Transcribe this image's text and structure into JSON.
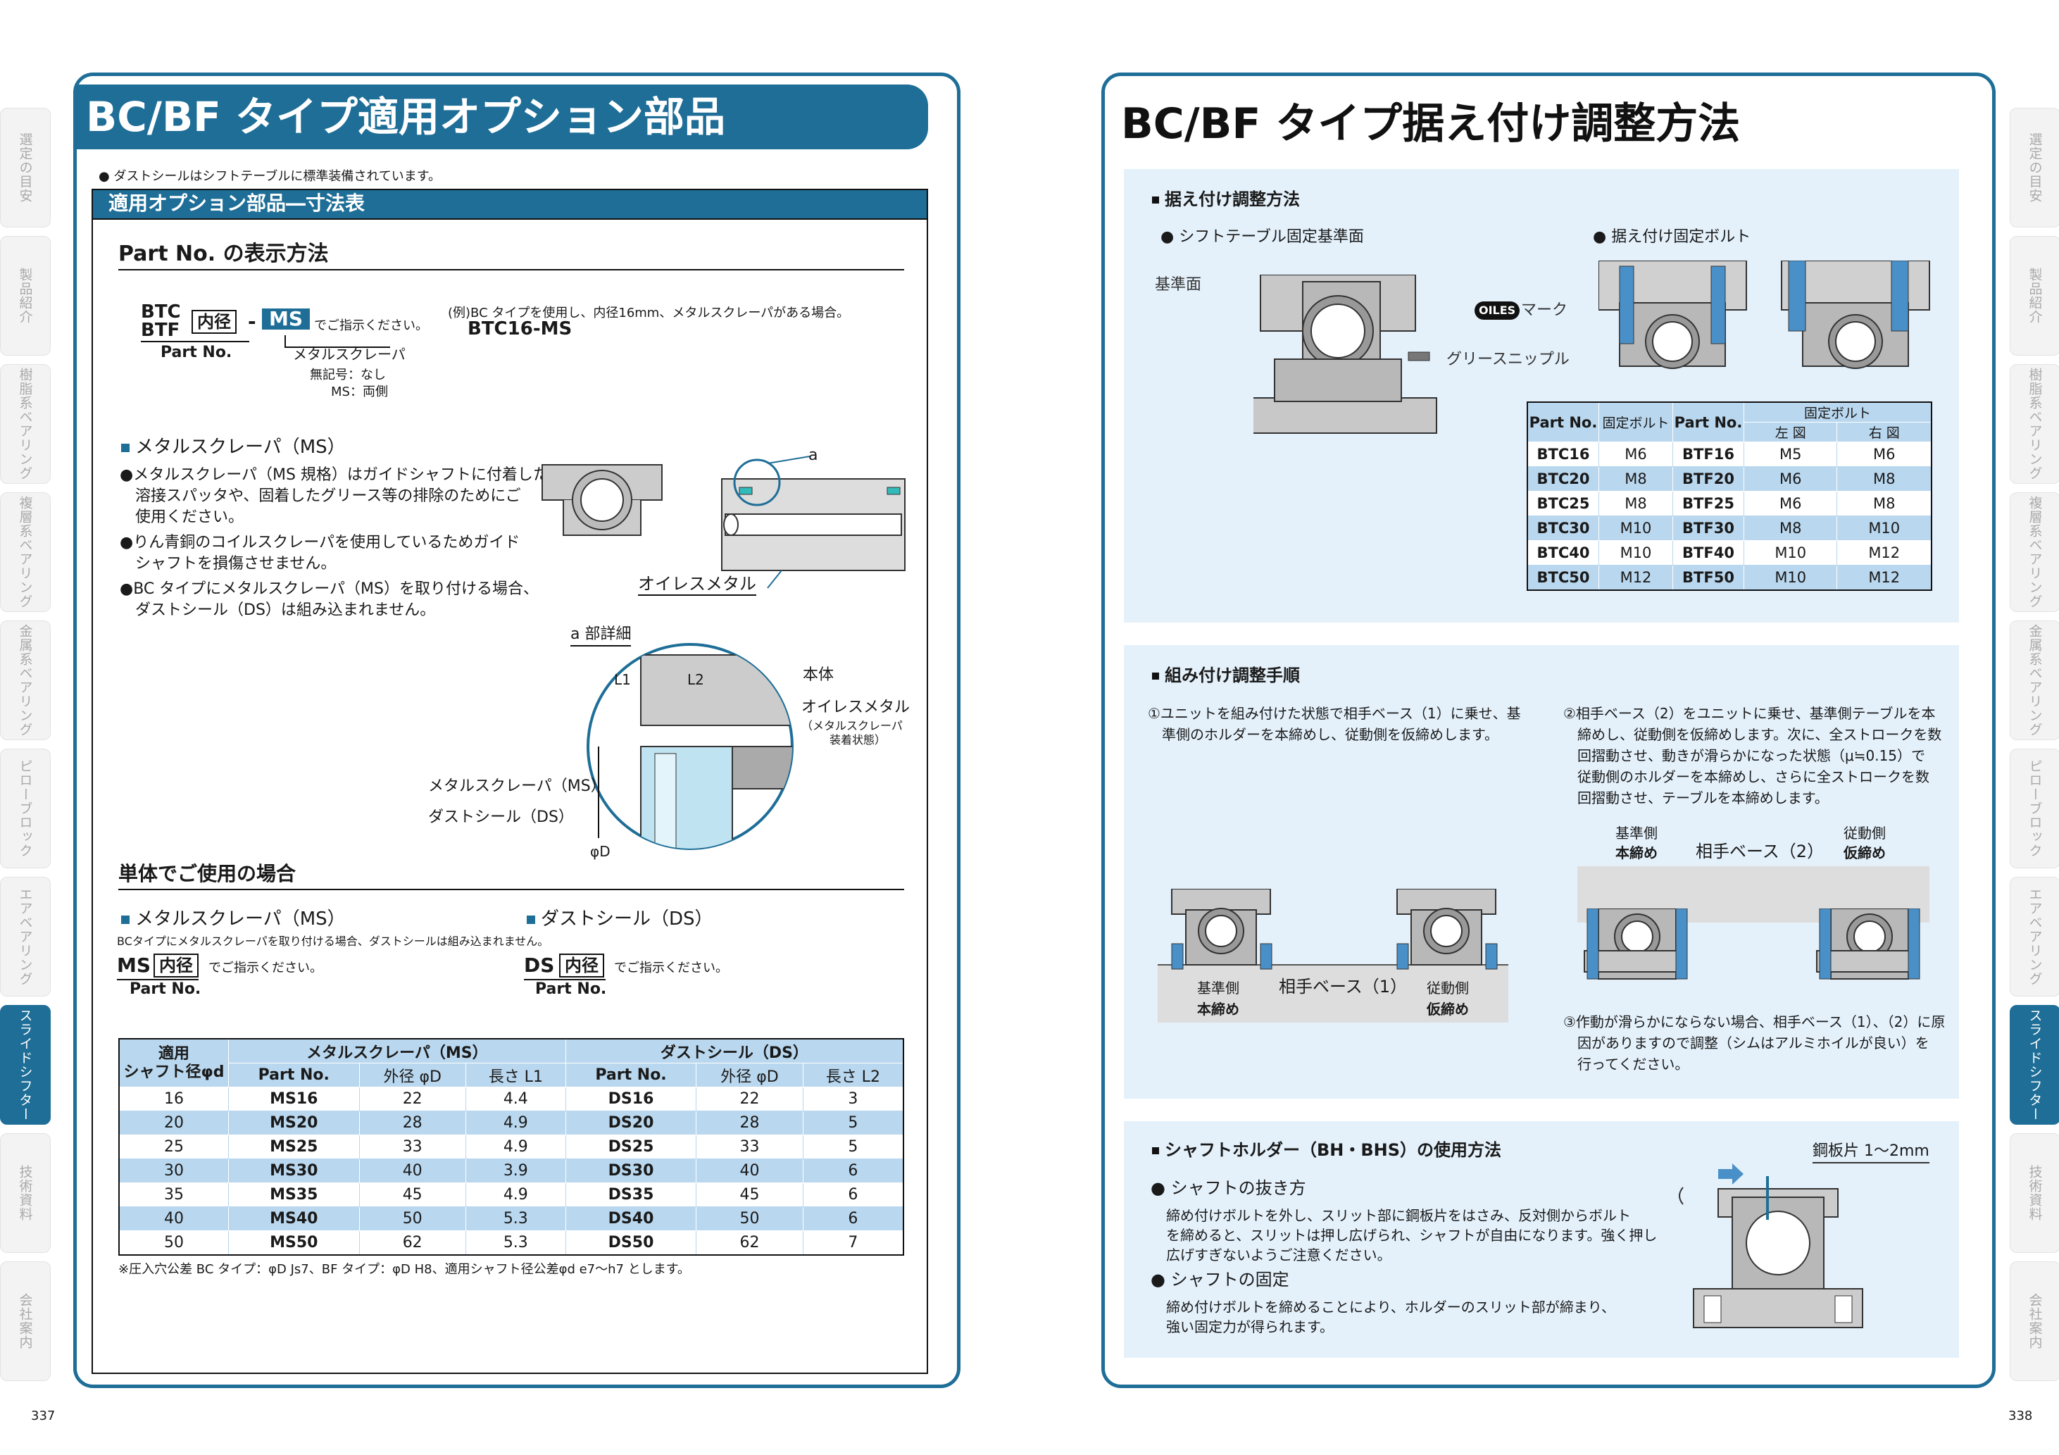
{
  "left": {
    "title": "BC/BF タイプ適用オプション部品",
    "note_top": "● ダストシールはシフトテーブルに標準装備されています。",
    "section_bar": "適用オプション部品―寸法表",
    "partno_heading": "Part No. の表示方法",
    "partno_codes": {
      "btc": "BTC",
      "btf": "BTF",
      "naikei": "内径",
      "dash": "-",
      "ms": "MS",
      "suffix": "でご指示ください。",
      "label": "Part No."
    },
    "ms_legend": {
      "name": "メタルスクレーパ",
      "line1": "無記号：なし",
      "line2": "MS：両側"
    },
    "example": {
      "text": "(例)BC タイプを使用し、内径16mm、メタルスクレーパがある場合。",
      "code": "BTC16-MS"
    },
    "ms_heading": "メタルスクレーパ（MS）",
    "bullets": [
      "●メタルスクレーパ（MS 規格）はガイドシャフトに付着した",
      "　溶接スパッタや、固着したグリース等の排除のためにご",
      "　使用ください。",
      "●りん青銅のコイルスクレーパを使用しているためガイド",
      "　シャフトを損傷させません。",
      "●BC タイプにメタルスクレーパ（MS）を取り付ける場合、",
      "　ダストシール（DS）は組み込まれません。"
    ],
    "diagram_labels": {
      "a": "a",
      "oiles_metal": "オイレスメタル",
      "a_detail": "a 部詳細",
      "l1": "L1",
      "l2": "L2",
      "hontai": "本体",
      "oiles_metal2": "オイレスメタル",
      "oiles_sub1": "（メタルスクレーパ",
      "oiles_sub2": "装着状態）",
      "metal_scraper": "メタルスクレーパ（MS）",
      "dust_seal": "ダストシール（DS）",
      "phi_d": "φD"
    },
    "single_heading": "単体でご使用の場合",
    "single_ms": {
      "heading": "メタルスクレーパ（MS）",
      "note": "BCタイプにメタルスクレーパを取り付ける場合、ダストシールは組み込まれません。",
      "code": "MS",
      "naikei": "内径",
      "suffix": "でご指示ください。",
      "label": "Part No."
    },
    "single_ds": {
      "heading": "ダストシール（DS）",
      "code": "DS",
      "naikei": "内径",
      "suffix": "でご指示ください。",
      "label": "Part No."
    },
    "table": {
      "h_shaft1": "適用",
      "h_shaft2": "シャフト径φd",
      "h_ms": "メタルスクレーパ（MS）",
      "h_ds": "ダストシール（DS）",
      "sub": [
        "Part No.",
        "外径 φD",
        "長さ L1",
        "Part No.",
        "外径 φD",
        "長さ L2"
      ],
      "rows": [
        [
          "16",
          "MS16",
          "22",
          "4.4",
          "DS16",
          "22",
          "3"
        ],
        [
          "20",
          "MS20",
          "28",
          "4.9",
          "DS20",
          "28",
          "5"
        ],
        [
          "25",
          "MS25",
          "33",
          "4.9",
          "DS25",
          "33",
          "5"
        ],
        [
          "30",
          "MS30",
          "40",
          "3.9",
          "DS30",
          "40",
          "6"
        ],
        [
          "35",
          "MS35",
          "45",
          "4.9",
          "DS35",
          "45",
          "6"
        ],
        [
          "40",
          "MS40",
          "50",
          "5.3",
          "DS40",
          "50",
          "6"
        ],
        [
          "50",
          "MS50",
          "62",
          "5.3",
          "DS50",
          "62",
          "7"
        ]
      ]
    },
    "footnote": "※圧入穴公差 BC タイプ：φD Js7、BF タイプ：φD H8、適用シャフト径公差φd e7～h7 とします。",
    "page_no": "337"
  },
  "right": {
    "title": "BC/BF タイプ据え付け調整方法",
    "sec1": {
      "heading": "据え付け調整方法",
      "sub_left": "● シフトテーブル固定基準面",
      "sub_right": "● 据え付け固定ボルト",
      "lbl_kijun": "基準面",
      "lbl_oiles": "OILES",
      "lbl_mark": "マーク",
      "lbl_grease": "グリースニップル"
    },
    "bolt_table": {
      "h": [
        "Part No.",
        "固定ボルト",
        "Part No.",
        "固定ボルト",
        "左 図",
        "右 図"
      ],
      "rows": [
        [
          "BTC16",
          "M6",
          "BTF16",
          "M5",
          "M6"
        ],
        [
          "BTC20",
          "M8",
          "BTF20",
          "M6",
          "M8"
        ],
        [
          "BTC25",
          "M8",
          "BTF25",
          "M6",
          "M8"
        ],
        [
          "BTC30",
          "M10",
          "BTF30",
          "M8",
          "M10"
        ],
        [
          "BTC40",
          "M10",
          "BTF40",
          "M10",
          "M12"
        ],
        [
          "BTC50",
          "M12",
          "BTF50",
          "M10",
          "M12"
        ]
      ]
    },
    "sec2": {
      "heading": "組み付け調整手順",
      "step1": [
        "①ユニットを組み付けた状態で相手ベース（1）に乗せ、基",
        "　準側のホルダーを本締めし、従動側を仮締めします。"
      ],
      "step2": [
        "②相手ベース（2）をユニットに乗せ、基準側テーブルを本",
        "　締めし、従動側を仮締めします。次に、全ストロークを数",
        "　回摺動させ、動きが滑らかになった状態（μ≒0.15）で",
        "　従動側のホルダーを本締めし、さらに全ストロークを数",
        "　回摺動させ、テーブルを本締めします。"
      ],
      "step3": [
        "③作動が滑らかにならない場合、相手ベース（1）、（2）に原",
        "　因がありますので調整（シムはアルミホイルが良い）を",
        "　行ってください。"
      ],
      "fig1": {
        "kijun": "基準側",
        "hon": "本締め",
        "base": "相手ベース（1）",
        "judo": "従動側",
        "kari": "仮締め"
      },
      "fig2": {
        "kijun": "基準側",
        "hon": "本締め",
        "base": "相手ベース（2）",
        "judo": "従動側",
        "kari": "仮締め"
      }
    },
    "sec3": {
      "heading": "シャフトホルダー（BH・BHS）の使用方法",
      "sub1": "シャフトの抜き方",
      "text1": [
        "締め付けボルトを外し、スリット部に鋼板片をはさみ、反対側からボルト",
        "を締めると、スリットは押し広げられ、シャフトが自由になります。強く押し",
        "広げすぎないようご注意ください。"
      ],
      "sub2": "シャフトの固定",
      "text2": [
        "締め付けボルトを締めることにより、ホルダーのスリット部が締まり、",
        "強い固定力が得られます。"
      ],
      "steel": "鋼板片 1～2mm"
    },
    "page_no": "338"
  },
  "side_tabs": [
    "選定の目安",
    "製品紹介",
    "樹脂系ベアリング",
    "複層系ベアリング",
    "金属系ベアリング",
    "ピローブロック",
    "エアベアリング",
    "スライドシフター",
    "技術資料",
    "会社案内"
  ],
  "colors": {
    "accent": "#1e6e97",
    "light_blue": "#e4f1fb",
    "table_blue": "#b9d7ee"
  }
}
